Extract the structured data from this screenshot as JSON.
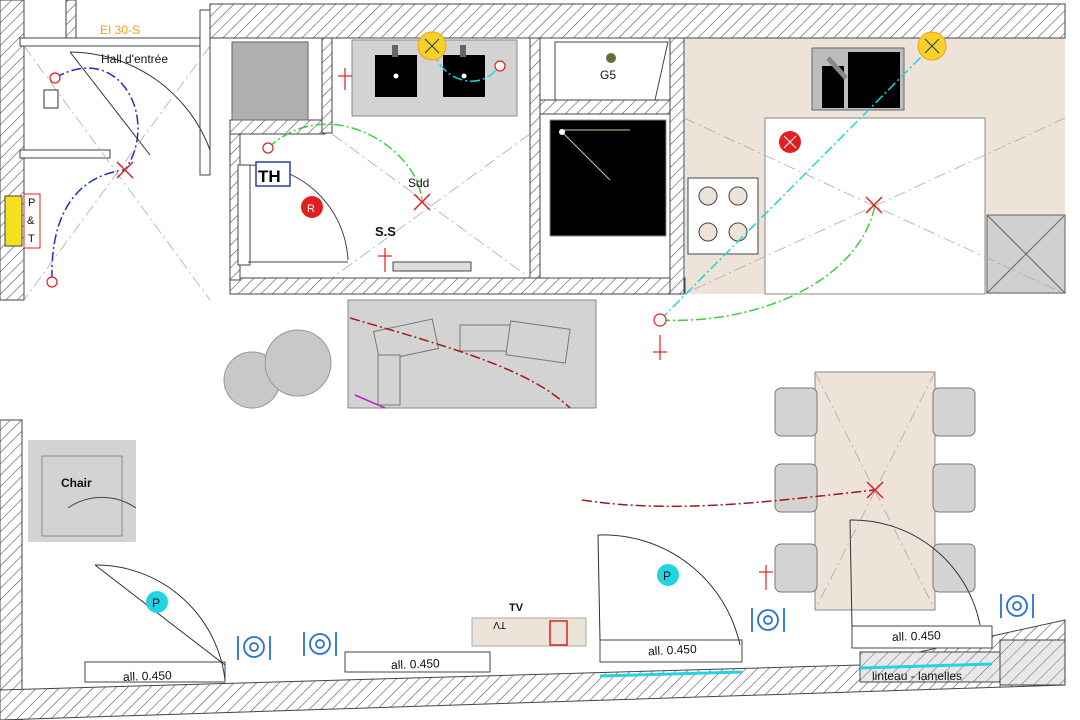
{
  "labels": {
    "fire_rating": "EI 30-S",
    "hall": "Hall d'entrée",
    "th": "TH",
    "r": "R",
    "sdd": "Sdd",
    "ss": "S.S",
    "g5": "G5",
    "chair": "Chair",
    "p": "P",
    "amp": "&",
    "t": "T",
    "tv": "TV",
    "tv_mirror": "TV",
    "lintel_1": "all. 0.450",
    "lintel_2": "all. 0.450",
    "lintel_3": "all. 0.450",
    "lintel_4": "all. 0.450",
    "lintel_blind": "linteau - lamelles"
  },
  "colors": {
    "wall_hatch": "#555555",
    "kitchen_floor": "#ede3d8",
    "furniture_grey": "#d3d3d3",
    "appliance_black": "#000000",
    "electrical_red": "#e02020",
    "socket_cyan": "#22d3e0",
    "outlet_blue": "#2a6fdb",
    "fire_orange": "#ff9a1a",
    "switch_yellow": "#f5d228",
    "circuit_green": "#3ccf3c",
    "circuit_blue": "#2030c0",
    "circuit_darkred": "#a01818"
  },
  "icons": [
    "light-point-icon",
    "socket-icon",
    "tv-outlet-icon",
    "network-outlet-icon",
    "electric-panel-icon",
    "sink-icon",
    "hob-icon",
    "smoke-detector-icon"
  ]
}
